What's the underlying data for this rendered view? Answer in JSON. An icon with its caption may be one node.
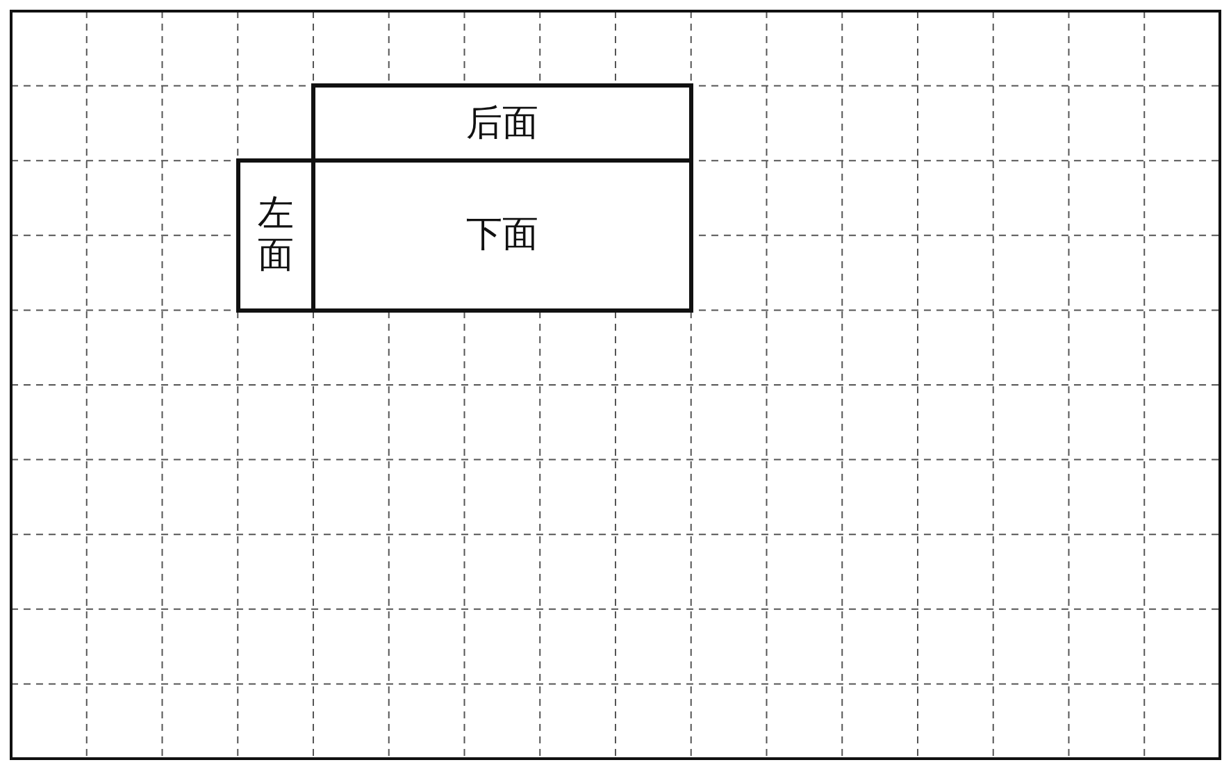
{
  "diagram": {
    "nodes": [
      {
        "text": [
          "后面"
        ]
      },
      {
        "text": [
          "左面"
        ]
      },
      {
        "text": [
          "下面"
        ]
      }
    ]
  }
}
